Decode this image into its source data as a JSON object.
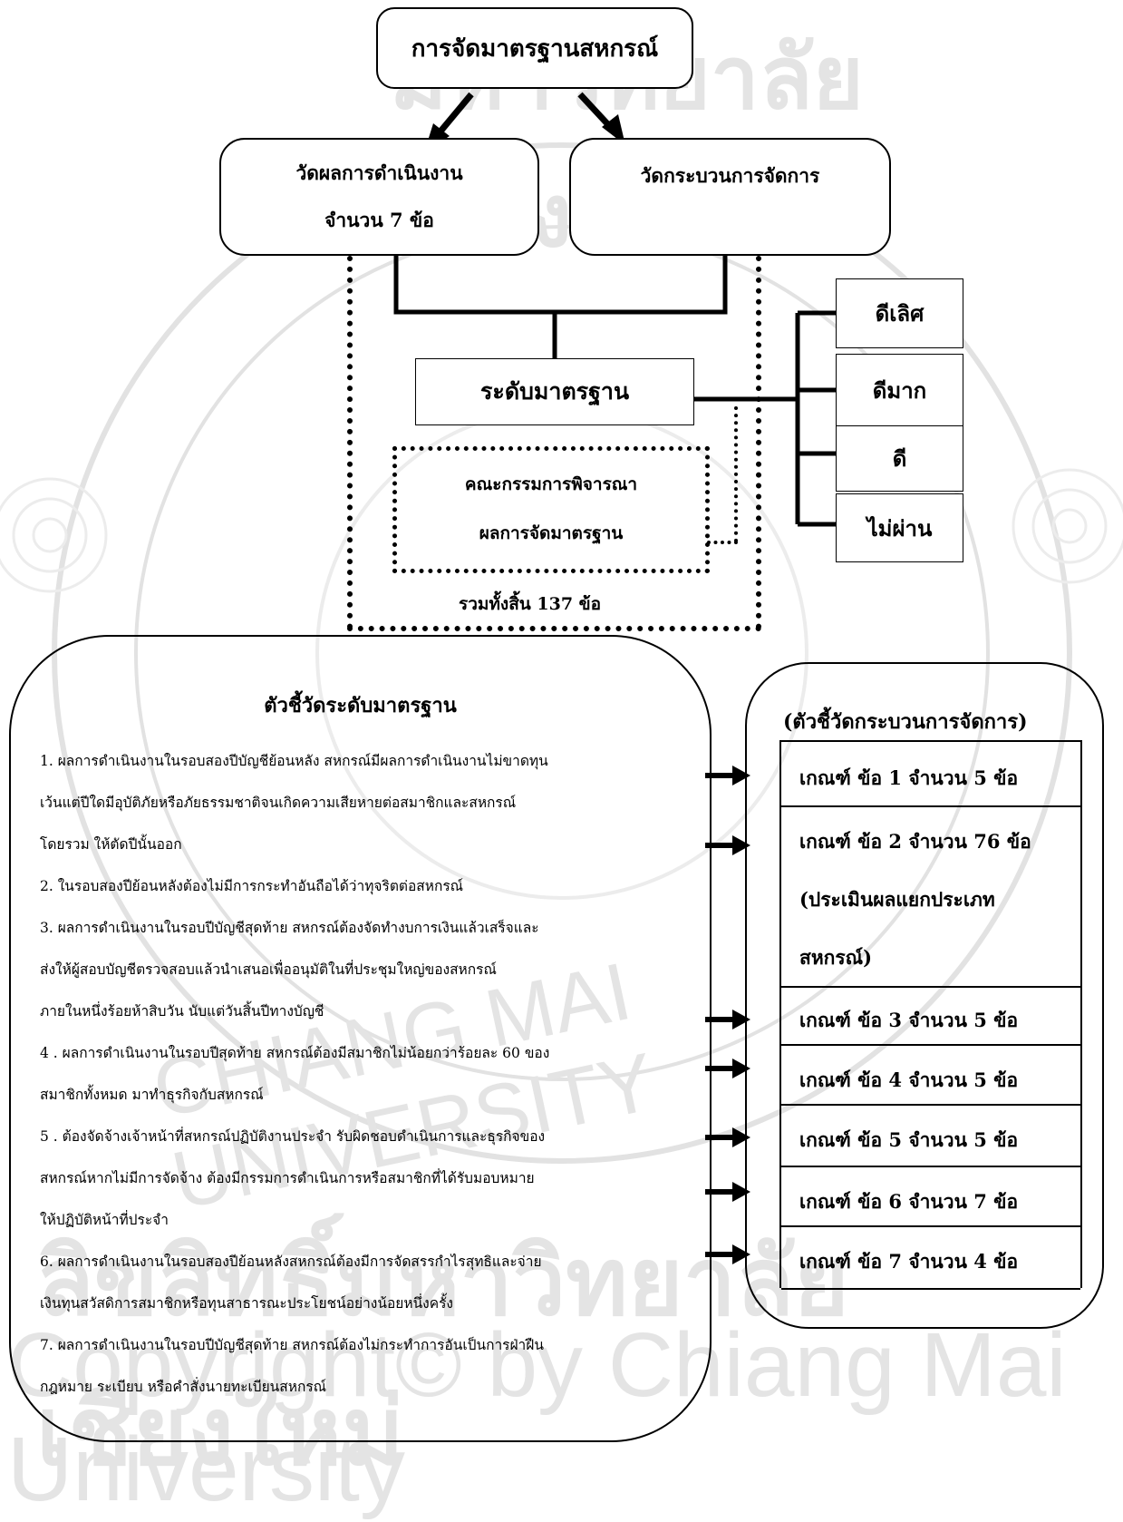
{
  "watermark": {
    "bottom_text": "Copyright© by Chiang Mai University",
    "top_text": "มหาวิทยาลัยเชียงใหม่",
    "mid_text": "ลิขสิทธิ์มหาวิทยาลัยเชียงใหม่",
    "ring_text": "CHIANG MAI UNIVERSITY"
  },
  "flow": {
    "top": "การจัดมาตรฐานสหกรณ์",
    "performance_line1": "วัดผลการดำเนินงาน",
    "performance_line2": "จำนวน 7 ข้อ",
    "process": "วัดกระบวนการจัดการ",
    "standard_level": "ระดับมาตรฐาน",
    "committee_line1": "คณะกรรมการพิจารณา",
    "committee_line2": "ผลการจัดมาตรฐาน",
    "total": "รวมทั้งสิ้น 137 ข้อ"
  },
  "levels": [
    "ดีเลิศ",
    "ดีมาก",
    "ดี",
    "ไม่ผ่าน"
  ],
  "indicators": {
    "title": "ตัวชี้วัดระดับมาตรฐาน",
    "lines": [
      "1. ผลการดำเนินงานในรอบสองปีบัญชีย้อนหลัง สหกรณ์มีผลการดำเนินงานไม่ขาดทุน",
      "เว้นแต่ปีใดมีอุบัติภัยหรือภัยธรรมชาติจนเกิดความเสียหายต่อสมาชิกและสหกรณ์",
      "โดยรวม ให้ตัดปีนั้นออก",
      "2. ในรอบสองปีย้อนหลังต้องไม่มีการกระทำอันถือได้ว่าทุจริตต่อสหกรณ์",
      "3. ผลการดำเนินงานในรอบปีบัญชีสุดท้าย สหกรณ์ต้องจัดทำงบการเงินแล้วเสร็จและ",
      "ส่งให้ผู้สอบบัญชีตรวจสอบแล้วนำเสนอเพื่ออนุมัติในที่ประชุมใหญ่ของสหกรณ์",
      "ภายในหนึ่งร้อยห้าสิบวัน นับแต่วันสิ้นปีทางบัญชี",
      "4 . ผลการดำเนินงานในรอบปีสุดท้าย สหกรณ์ต้องมีสมาชิกไม่น้อยกว่าร้อยละ 60 ของ",
      "สมาชิกทั้งหมด มาทำธุรกิจกับสหกรณ์",
      "5 . ต้องจัดจ้างเจ้าหน้าที่สหกรณ์ปฏิบัติงานประจำ รับผิดชอบดำเนินการและธุรกิจของ",
      "สหกรณ์หากไม่มีการจัดจ้าง ต้องมีกรรมการดำเนินการหรือสมาชิกที่ได้รับมอบหมาย",
      "ให้ปฏิบัติหน้าที่ประจำ",
      "6. ผลการดำเนินงานในรอบสองปีย้อนหลังสหกรณ์ต้องมีการจัดสรรกำไรสุทธิและจ่าย",
      "เงินทุนสวัสดิการสมาชิกหรือทุนสาธารณะประโยชน์อย่างน้อยหนึ่งครั้ง",
      "7.  ผลการดำเนินงานในรอบปีบัญชีสุดท้าย สหกรณ์ต้องไม่กระทำการอันเป็นการฝ่าฝืน",
      "กฎหมาย ระเบียบ หรือคำสั่งนายทะเบียนสหกรณ์"
    ]
  },
  "criteria": {
    "title": "(ตัวชี้วัดกระบวนการจัดการ)",
    "rows": [
      {
        "lines": [
          "เกณฑ์ ข้อ 1  จำนวน 5 ข้อ"
        ]
      },
      {
        "lines": [
          "เกณฑ์ ข้อ 2  จำนวน 76 ข้อ",
          "(ประเมินผลแยกประเภท",
          "สหกรณ์)"
        ]
      },
      {
        "lines": [
          "เกณฑ์ ข้อ 3  จำนวน 5 ข้อ"
        ]
      },
      {
        "lines": [
          "เกณฑ์ ข้อ 4  จำนวน  5 ข้อ"
        ]
      },
      {
        "lines": [
          "เกณฑ์ ข้อ 5  จำนวน  5 ข้อ"
        ]
      },
      {
        "lines": [
          "เกณฑ์ ข้อ 6  จำนวน 7 ข้อ"
        ]
      },
      {
        "lines": [
          "เกณฑ์ ข้อ 7  จำนวน 4 ข้อ"
        ]
      }
    ]
  }
}
